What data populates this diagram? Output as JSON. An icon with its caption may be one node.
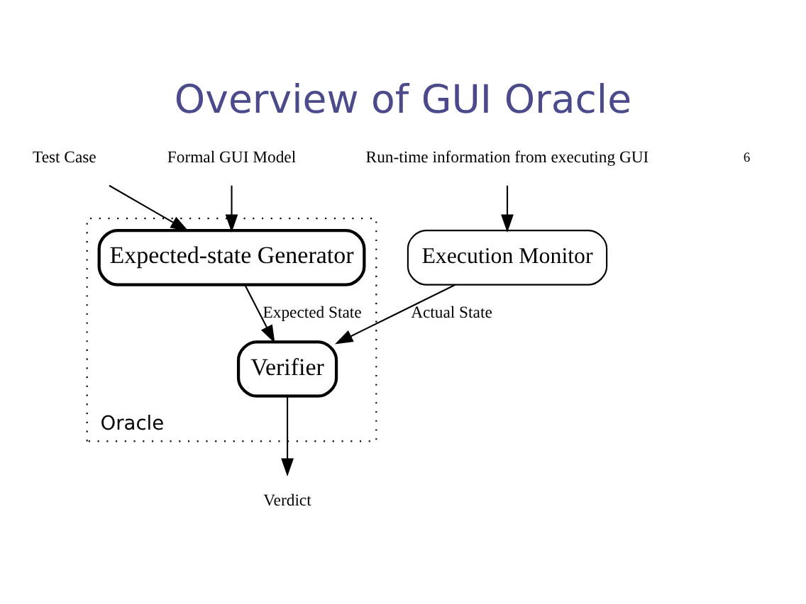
{
  "diagram": {
    "title": "Overview of GUI Oracle",
    "nodes": [
      {
        "text": [
          "Test Case"
        ]
      },
      {
        "text": [
          "Formal GUI Model"
        ]
      },
      {
        "text": [
          "Oracle"
        ]
      },
      {
        "text": [
          "Expected-state Generator"
        ],
        "in": 2
      },
      {
        "text": [
          "Verifier"
        ],
        "in": 2
      },
      {
        "text": [
          "Run-time information from executing GUI"
        ]
      },
      {
        "text": [
          "Execution Monitor"
        ]
      },
      {
        "text": [
          "Verdict"
        ]
      }
    ],
    "edges": [
      {
        "from": 0,
        "to": 3,
        "arrow": "to"
      },
      {
        "from": 1,
        "to": 3,
        "arrow": "to"
      },
      {
        "from": 3,
        "to": 4,
        "arrow": "to",
        "label": "Expected State"
      },
      {
        "from": 5,
        "to": 6,
        "arrow": "to"
      },
      {
        "from": 6,
        "to": 4,
        "arrow": "to",
        "label": "Actual State"
      },
      {
        "from": 4,
        "to": 7,
        "arrow": "to"
      }
    ],
    "labels": [
      "6"
    ]
  }
}
